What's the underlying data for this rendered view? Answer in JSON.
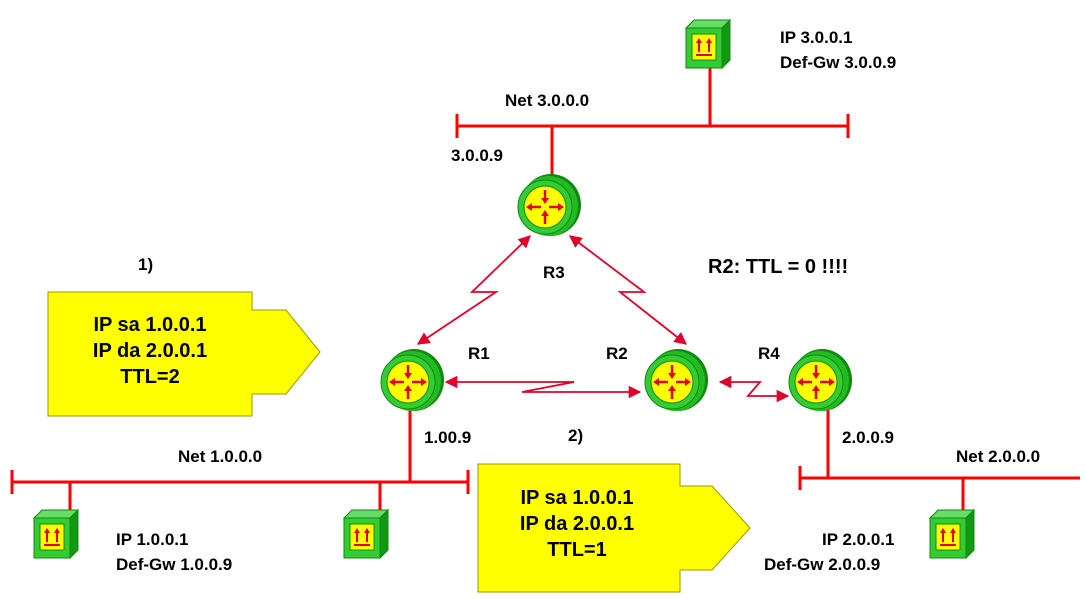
{
  "colors": {
    "network_line": "#ff0000",
    "router_body": "#22bb22",
    "router_face": "#ffff00",
    "router_arrows": "#e0002a",
    "host_body": "#33cc33",
    "host_face": "#ffff00",
    "packet_box": "#ffff00",
    "link": "#e0002a"
  },
  "networks": {
    "net1": "Net 1.0.0.0",
    "net2": "Net 2.0.0.0",
    "net3": "Net 3.0.0.0"
  },
  "routers": {
    "r1": "R1",
    "r2": "R2",
    "r3": "R3",
    "r4": "R4"
  },
  "interfaces": {
    "r3_net3": "3.0.0.9",
    "r1_net1": "1.00.9",
    "r4_net2": "2.0.0.9"
  },
  "hosts": {
    "host3": {
      "ip": "IP 3.0.0.1",
      "gw": "Def-Gw  3.0.0.9"
    },
    "host1": {
      "ip": "IP 1.0.0.1",
      "gw": "Def-Gw  1.0.0.9"
    },
    "host2": {
      "ip": "IP 2.0.0.1",
      "gw": "Def-Gw  2.0.0.9"
    }
  },
  "annotation": "R2: TTL = 0 !!!!",
  "packets": [
    {
      "step": "1)",
      "lines": [
        "IP sa 1.0.0.1",
        "IP da 2.0.0.1",
        "TTL=2"
      ]
    },
    {
      "step": "2)",
      "lines": [
        "IP sa 1.0.0.1",
        "IP da 2.0.0.1",
        "TTL=1"
      ]
    }
  ],
  "icons": {
    "router": "router-icon",
    "host": "host-icon"
  }
}
